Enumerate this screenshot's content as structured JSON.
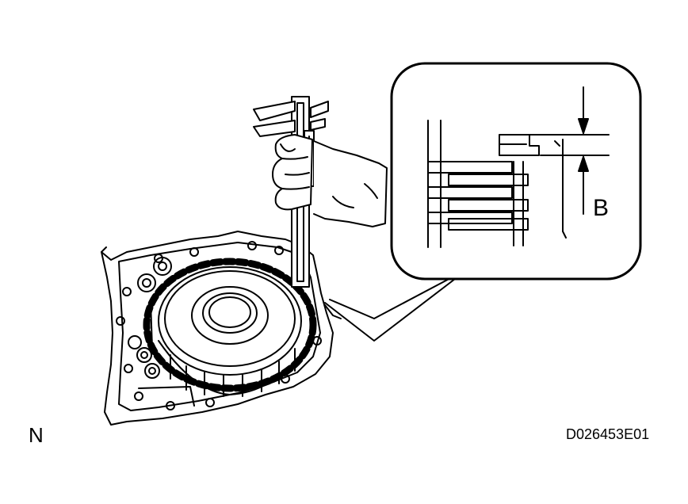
{
  "labels": {
    "corner": "N",
    "dimension": "B",
    "figure_id": "D026453E01"
  },
  "colors": {
    "line": "#000000",
    "background": "#ffffff"
  }
}
